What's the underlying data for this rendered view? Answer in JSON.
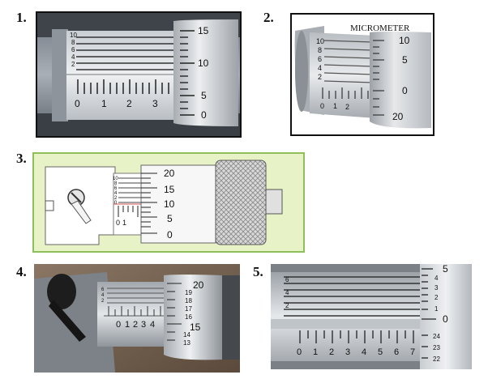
{
  "panels": [
    {
      "label": "1.",
      "sleeve_small_numbers": [
        "10",
        "8",
        "6",
        "4",
        "2"
      ],
      "sleeve_main_numbers": [
        "0",
        "1",
        "2",
        "3"
      ],
      "thimble_numbers": [
        "15",
        "10",
        "5",
        "0"
      ]
    },
    {
      "label": "2.",
      "caption": "MICROMETER",
      "sleeve_small_numbers": [
        "10",
        "8",
        "6",
        "4",
        "2"
      ],
      "sleeve_main_numbers": [
        "0",
        "1",
        "2"
      ],
      "thimble_numbers": [
        "10",
        "5",
        "0",
        "20"
      ]
    },
    {
      "label": "3.",
      "sleeve_small_numbers": [
        "10",
        "8",
        "6",
        "4",
        "2",
        "0"
      ],
      "sleeve_main_numbers": [
        "0",
        "1"
      ],
      "thimble_numbers": [
        "20",
        "15",
        "10",
        "5",
        "0"
      ]
    },
    {
      "label": "4.",
      "sleeve_small_numbers": [
        "6",
        "4",
        "2"
      ],
      "sleeve_main_numbers": [
        "0",
        "1",
        "2",
        "3",
        "4"
      ],
      "thimble_numbers": [
        "20",
        "19",
        "18",
        "17",
        "16",
        "15",
        "14",
        "13"
      ]
    },
    {
      "label": "5.",
      "sleeve_small_numbers": [
        "6",
        "4",
        "2"
      ],
      "sleeve_main_numbers": [
        "0",
        "1",
        "2",
        "3",
        "4",
        "5",
        "6",
        "7"
      ],
      "thimble_numbers": [
        "5",
        "4",
        "3",
        "2",
        "1",
        "0",
        "24",
        "23",
        "22"
      ]
    }
  ]
}
